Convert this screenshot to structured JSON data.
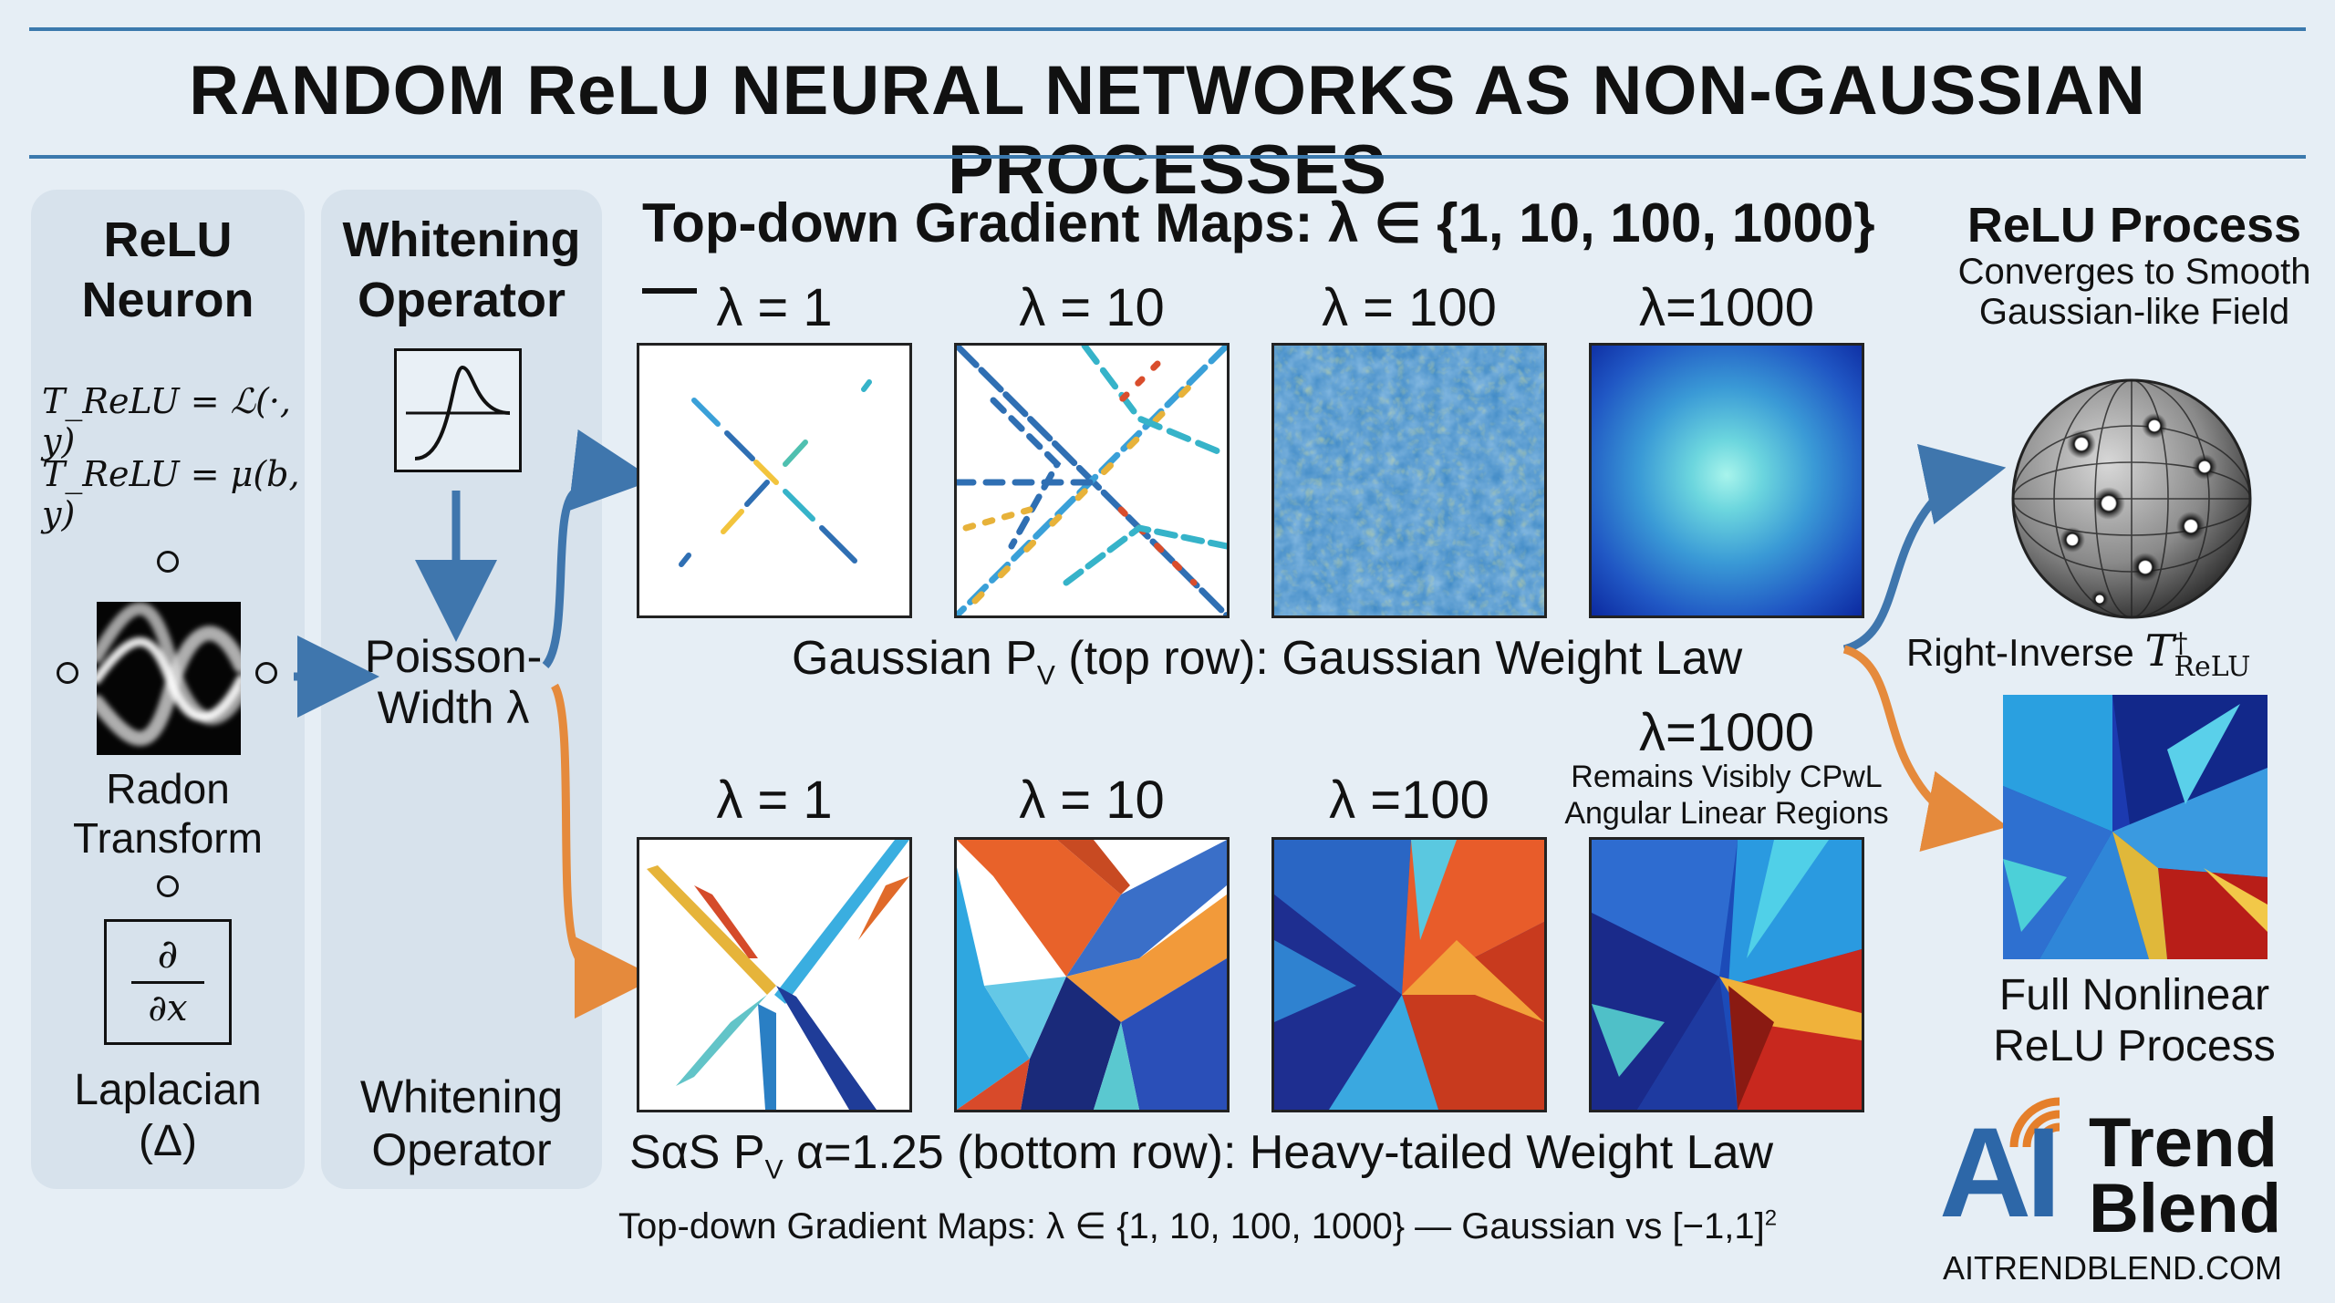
{
  "title": "RANDOM ReLU NEURAL NETWORKS AS NON-GAUSSIAN PROCESSES",
  "colors": {
    "rule": "#3b79ad",
    "blue_arrow": "#3f76ad",
    "orange_arrow": "#e58a3c",
    "panel": "#d7e2ec"
  },
  "left_panel": {
    "heading": "ReLU Neuron",
    "formula1": "T_ReLU = ℒ(·, y)",
    "formula2": "T_ReLU = μ(b, y)",
    "radon_label": "Radon Transform",
    "derivative_num": "∂",
    "derivative_den": "∂x",
    "laplacian_label": "Laplacian (Δ)"
  },
  "whitening_panel": {
    "heading": "Whitening Operator",
    "poisson_label": "Poisson-Width λ",
    "footer": "Whitening Operator"
  },
  "center": {
    "heading": "Top-down Gradient Maps: λ ∈ {1, 10, 100, 1000} —",
    "top_labels": [
      "λ = 1",
      "λ = 10",
      "λ = 100",
      "λ=1000"
    ],
    "top_caption": "Gaussian P",
    "top_caption_sub": "V",
    "top_caption_rest": " (top row): Gaussian Weight Law",
    "bottom_labels": [
      "λ = 1",
      "λ = 10",
      "λ =100",
      "λ=1000"
    ],
    "bottom_note": "Remains Visibly CPwL Angular Linear Regions",
    "bottom_caption": "SαS P",
    "bottom_caption_sub": "V",
    "bottom_caption_rest": " α=1.25 (bottom row): Heavy-tailed Weight Law",
    "footer_caption": "Top-down Gradient Maps: λ ∈ {1, 10, 100, 1000} — Gaussian vs [−1,1]",
    "footer_sup": "2"
  },
  "right": {
    "heading": "ReLU Process",
    "subheading": "Converges to Smooth Gaussian-like Field",
    "right_inverse_label": "Right-Inverse ",
    "right_inverse_math": "T",
    "right_inverse_sup": "†",
    "right_inverse_sub": "ReLU",
    "bottom_label": "Full Nonlinear ReLU Process"
  },
  "brand": {
    "ai": "AI",
    "trend": "Trend",
    "blend": "Blend",
    "url": "AITRENDBLEND.COM"
  }
}
